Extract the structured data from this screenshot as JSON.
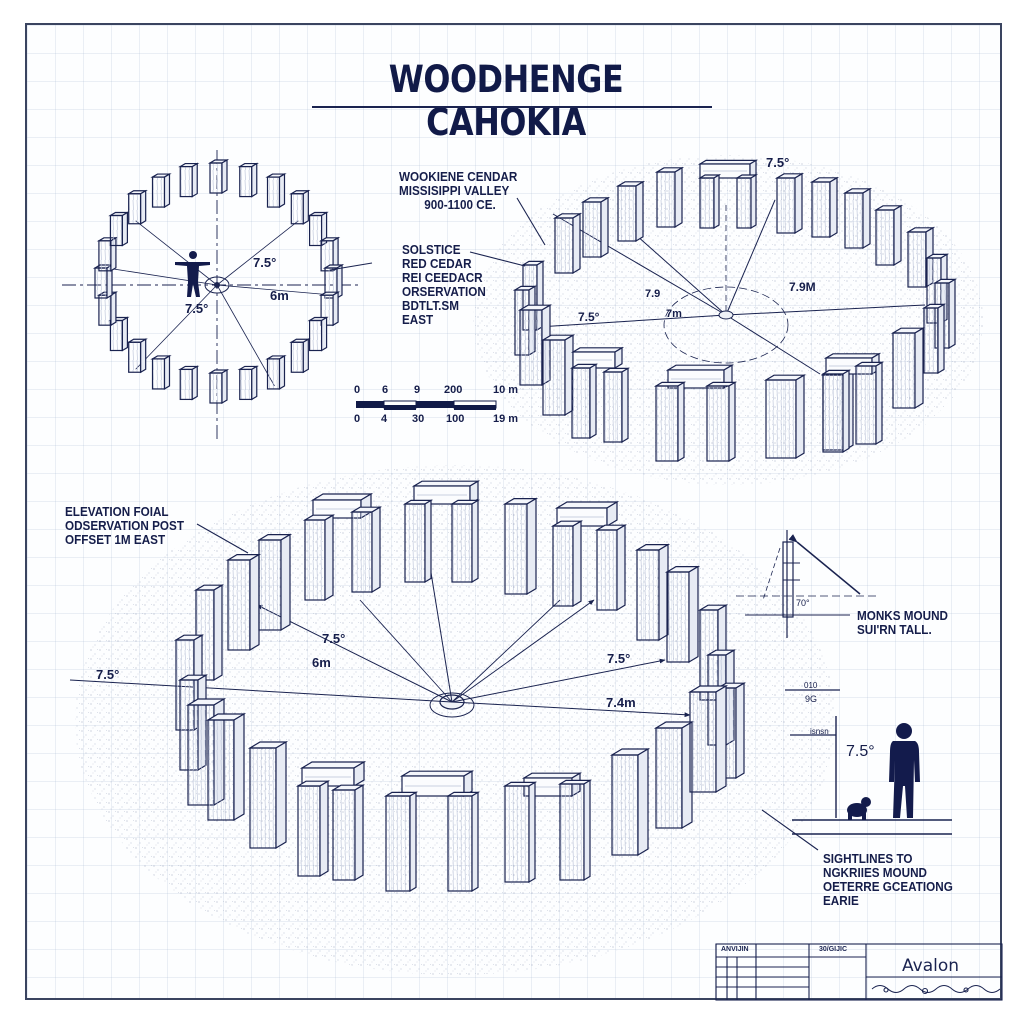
{
  "title": "WOODHENGE CAHOKIA",
  "labels": {
    "top_center_note": [
      "WOOKIENE CENDAR",
      "MISSISIPPI VALLEY",
      "900-1100 CE."
    ],
    "solstice_note": [
      "SOLSTICE",
      "RED CEDAR",
      "REI CEEDACR",
      "ORSERVATION",
      "BDTLT.SM",
      "EAST"
    ],
    "elevation_note": [
      "ELEVATION FOIAL",
      "ODSERVATION POST",
      "OFFSET 1M EAST"
    ],
    "monks_mound_note": [
      "MONKS MOUND",
      "SUI'rn TALL."
    ],
    "sightlines_note": [
      "SIGHTLINES TO",
      "NGKRIIES MOUND",
      "OETERRE GCEATIONG",
      "EARIE"
    ]
  },
  "plan_view": {
    "angle_labels": [
      "7.5°",
      "7.5°"
    ],
    "radius_label": "6m",
    "post_count": 24
  },
  "perspective_view": {
    "angle_labels": [
      "7.5°",
      "7.9",
      "7.5°"
    ],
    "distance_labels": [
      "7m",
      "7.9M"
    ]
  },
  "main_view": {
    "angle_labels": [
      "7.5°",
      "7.5°",
      "7.5°"
    ],
    "distance_labels": [
      "6m",
      "7.4m"
    ]
  },
  "scale_bar": {
    "top_ticks": [
      "0",
      "6",
      "9",
      "200",
      "10 m"
    ],
    "bottom_ticks": [
      "0",
      "4",
      "30",
      "100",
      "19 m"
    ]
  },
  "side_elevation": {
    "angle_label": "70°"
  },
  "human_scale": {
    "angle_label": "7.5°",
    "ticks": [
      "010",
      "9G",
      "isnsn"
    ]
  },
  "title_block": {
    "header_left": "ANVIJIN",
    "header_mid": "30/GIJIC",
    "firm": "Avalon"
  },
  "colors": {
    "ink": "#1a2350",
    "grid": "#c9d3e3",
    "paper": "#fdfeff",
    "silhouette": "#131b4c"
  }
}
